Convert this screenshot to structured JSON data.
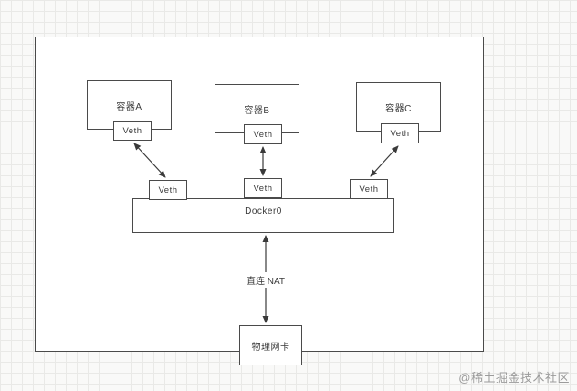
{
  "diagram": {
    "containers": [
      {
        "label": "容器A"
      },
      {
        "label": "容器B"
      },
      {
        "label": "容器C"
      }
    ],
    "veth_label": "Veth",
    "bridge_label": "Docker0",
    "nat_label": "直连 NAT",
    "nic_label": "物理网卡"
  },
  "watermark": "@稀土掘金技术社区"
}
